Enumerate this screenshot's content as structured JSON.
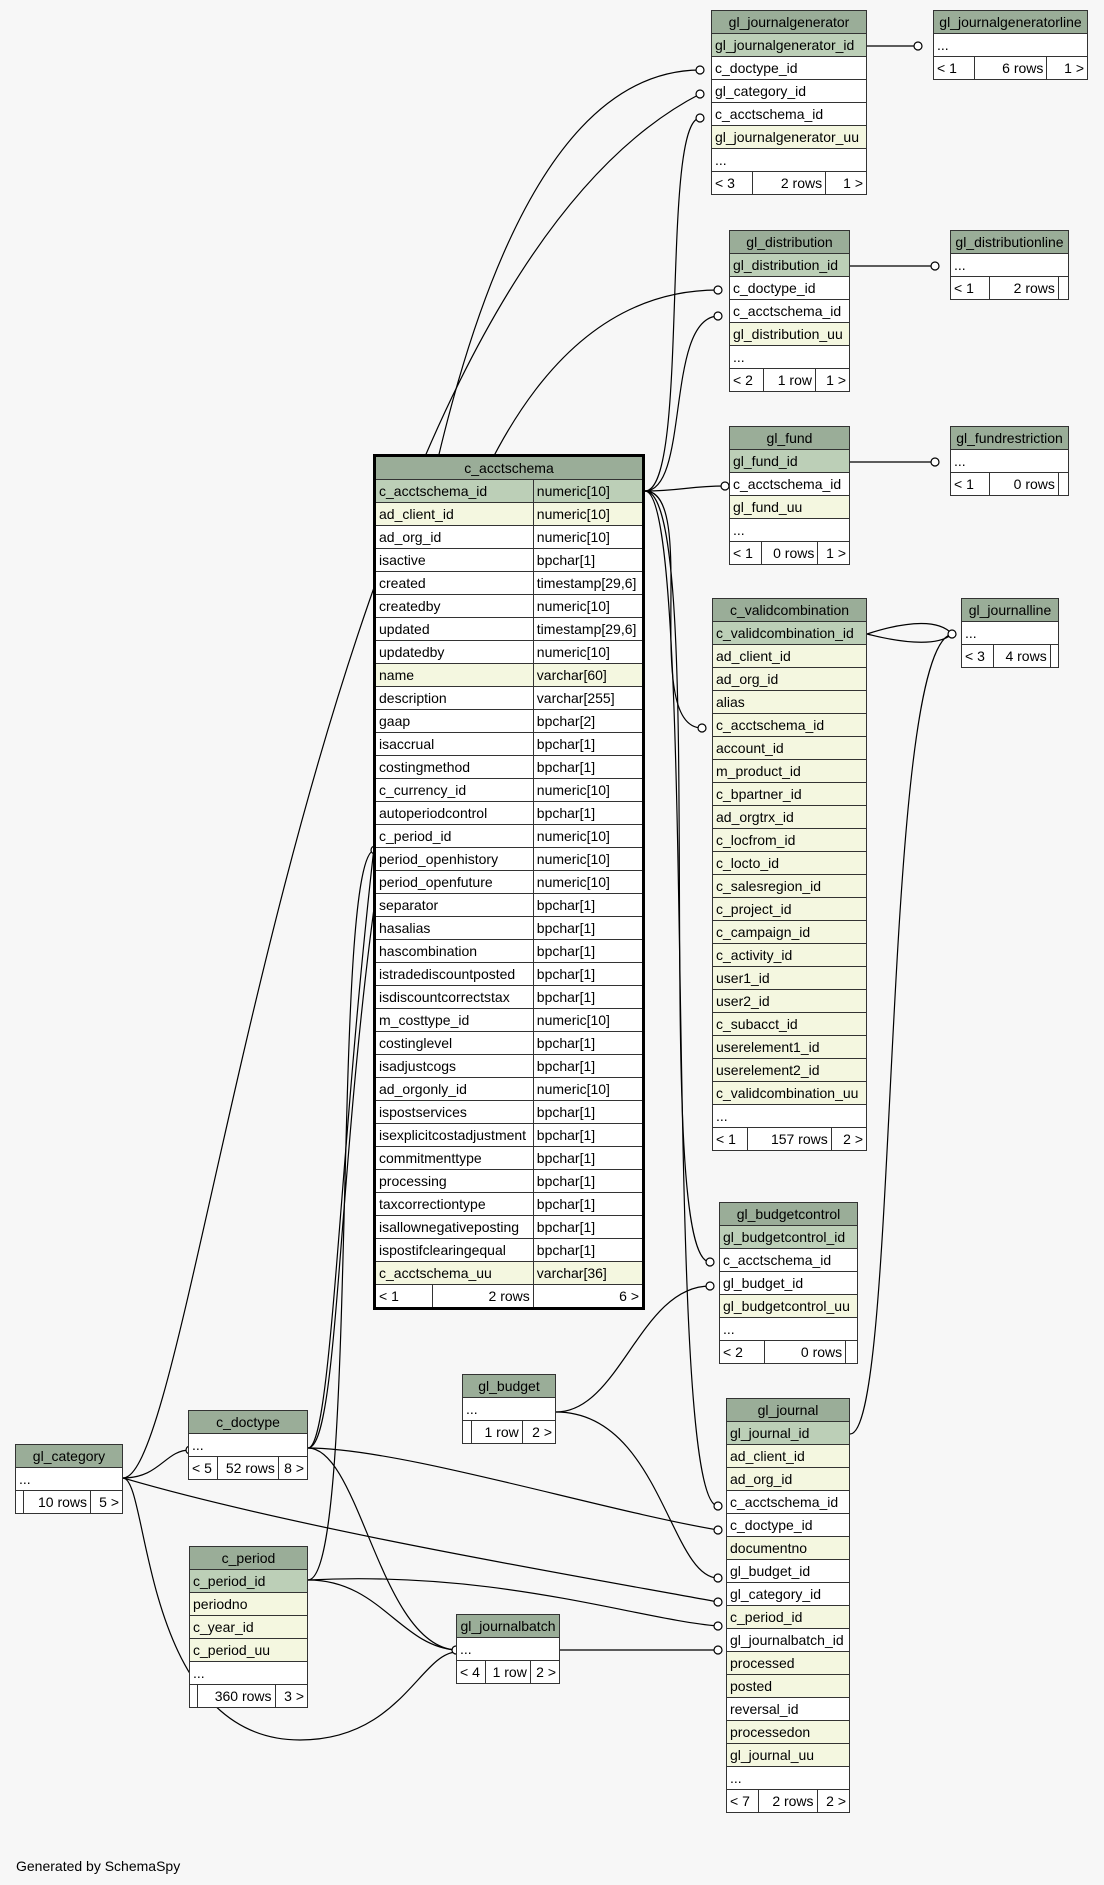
{
  "footer": "Generated by SchemaSpy",
  "tables": {
    "gl_journalgenerator": {
      "name": "gl_journalgenerator",
      "columns": [
        {
          "name": "gl_journalgenerator_id",
          "kind": "pk"
        },
        {
          "name": "c_doctype_id",
          "kind": "plain"
        },
        {
          "name": "gl_category_id",
          "kind": "plain"
        },
        {
          "name": "c_acctschema_id",
          "kind": "plain"
        },
        {
          "name": "gl_journalgenerator_uu",
          "kind": "idx"
        },
        {
          "name": "...",
          "kind": "plain"
        }
      ],
      "footer": [
        "< 3",
        "2 rows",
        "1 >"
      ]
    },
    "gl_journalgeneratorline": {
      "name": "gl_journalgeneratorline",
      "columns": [
        {
          "name": "...",
          "kind": "plain"
        }
      ],
      "footer": [
        "< 1",
        "6 rows",
        "1 >"
      ]
    },
    "gl_distribution": {
      "name": "gl_distribution",
      "columns": [
        {
          "name": "gl_distribution_id",
          "kind": "pk"
        },
        {
          "name": "c_doctype_id",
          "kind": "plain"
        },
        {
          "name": "c_acctschema_id",
          "kind": "plain"
        },
        {
          "name": "gl_distribution_uu",
          "kind": "idx"
        },
        {
          "name": "...",
          "kind": "plain"
        }
      ],
      "footer": [
        "< 2",
        "1 row",
        "1 >"
      ]
    },
    "gl_distributionline": {
      "name": "gl_distributionline",
      "columns": [
        {
          "name": "...",
          "kind": "plain"
        }
      ],
      "footer": [
        "< 1",
        "2 rows",
        ""
      ]
    },
    "gl_fund": {
      "name": "gl_fund",
      "columns": [
        {
          "name": "gl_fund_id",
          "kind": "pk"
        },
        {
          "name": "c_acctschema_id",
          "kind": "plain"
        },
        {
          "name": "gl_fund_uu",
          "kind": "idx"
        },
        {
          "name": "...",
          "kind": "plain"
        }
      ],
      "footer": [
        "< 1",
        "0 rows",
        "1 >"
      ]
    },
    "gl_fundrestriction": {
      "name": "gl_fundrestriction",
      "columns": [
        {
          "name": "...",
          "kind": "plain"
        }
      ],
      "footer": [
        "< 1",
        "0 rows",
        ""
      ]
    },
    "c_validcombination": {
      "name": "c_validcombination",
      "columns": [
        {
          "name": "c_validcombination_id",
          "kind": "pk"
        },
        {
          "name": "ad_client_id",
          "kind": "idx"
        },
        {
          "name": "ad_org_id",
          "kind": "idx"
        },
        {
          "name": "alias",
          "kind": "idx"
        },
        {
          "name": "c_acctschema_id",
          "kind": "idx"
        },
        {
          "name": "account_id",
          "kind": "idx"
        },
        {
          "name": "m_product_id",
          "kind": "idx"
        },
        {
          "name": "c_bpartner_id",
          "kind": "idx"
        },
        {
          "name": "ad_orgtrx_id",
          "kind": "idx"
        },
        {
          "name": "c_locfrom_id",
          "kind": "idx"
        },
        {
          "name": "c_locto_id",
          "kind": "idx"
        },
        {
          "name": "c_salesregion_id",
          "kind": "idx"
        },
        {
          "name": "c_project_id",
          "kind": "idx"
        },
        {
          "name": "c_campaign_id",
          "kind": "idx"
        },
        {
          "name": "c_activity_id",
          "kind": "idx"
        },
        {
          "name": "user1_id",
          "kind": "idx"
        },
        {
          "name": "user2_id",
          "kind": "idx"
        },
        {
          "name": "c_subacct_id",
          "kind": "idx"
        },
        {
          "name": "userelement1_id",
          "kind": "idx"
        },
        {
          "name": "userelement2_id",
          "kind": "idx"
        },
        {
          "name": "c_validcombination_uu",
          "kind": "idx"
        },
        {
          "name": "...",
          "kind": "plain"
        }
      ],
      "footer": [
        "< 1",
        "157 rows",
        "2 >"
      ]
    },
    "gl_journalline": {
      "name": "gl_journalline",
      "columns": [
        {
          "name": "...",
          "kind": "plain"
        }
      ],
      "footer": [
        "< 3",
        "4 rows",
        ""
      ]
    },
    "c_acctschema": {
      "name": "c_acctschema",
      "columns": [
        {
          "name": "c_acctschema_id",
          "type": "numeric[10]",
          "kind": "pk"
        },
        {
          "name": "ad_client_id",
          "type": "numeric[10]",
          "kind": "idx"
        },
        {
          "name": "ad_org_id",
          "type": "numeric[10]",
          "kind": "plain"
        },
        {
          "name": "isactive",
          "type": "bpchar[1]",
          "kind": "plain"
        },
        {
          "name": "created",
          "type": "timestamp[29,6]",
          "kind": "plain"
        },
        {
          "name": "createdby",
          "type": "numeric[10]",
          "kind": "plain"
        },
        {
          "name": "updated",
          "type": "timestamp[29,6]",
          "kind": "plain"
        },
        {
          "name": "updatedby",
          "type": "numeric[10]",
          "kind": "plain"
        },
        {
          "name": "name",
          "type": "varchar[60]",
          "kind": "idx"
        },
        {
          "name": "description",
          "type": "varchar[255]",
          "kind": "plain"
        },
        {
          "name": "gaap",
          "type": "bpchar[2]",
          "kind": "plain"
        },
        {
          "name": "isaccrual",
          "type": "bpchar[1]",
          "kind": "plain"
        },
        {
          "name": "costingmethod",
          "type": "bpchar[1]",
          "kind": "plain"
        },
        {
          "name": "c_currency_id",
          "type": "numeric[10]",
          "kind": "plain"
        },
        {
          "name": "autoperiodcontrol",
          "type": "bpchar[1]",
          "kind": "plain"
        },
        {
          "name": "c_period_id",
          "type": "numeric[10]",
          "kind": "plain"
        },
        {
          "name": "period_openhistory",
          "type": "numeric[10]",
          "kind": "plain"
        },
        {
          "name": "period_openfuture",
          "type": "numeric[10]",
          "kind": "plain"
        },
        {
          "name": "separator",
          "type": "bpchar[1]",
          "kind": "plain"
        },
        {
          "name": "hasalias",
          "type": "bpchar[1]",
          "kind": "plain"
        },
        {
          "name": "hascombination",
          "type": "bpchar[1]",
          "kind": "plain"
        },
        {
          "name": "istradediscountposted",
          "type": "bpchar[1]",
          "kind": "plain"
        },
        {
          "name": "isdiscountcorrectstax",
          "type": "bpchar[1]",
          "kind": "plain"
        },
        {
          "name": "m_costtype_id",
          "type": "numeric[10]",
          "kind": "plain"
        },
        {
          "name": "costinglevel",
          "type": "bpchar[1]",
          "kind": "plain"
        },
        {
          "name": "isadjustcogs",
          "type": "bpchar[1]",
          "kind": "plain"
        },
        {
          "name": "ad_orgonly_id",
          "type": "numeric[10]",
          "kind": "plain"
        },
        {
          "name": "ispostservices",
          "type": "bpchar[1]",
          "kind": "plain"
        },
        {
          "name": "isexplicitcostadjustment",
          "type": "bpchar[1]",
          "kind": "plain"
        },
        {
          "name": "commitmenttype",
          "type": "bpchar[1]",
          "kind": "plain"
        },
        {
          "name": "processing",
          "type": "bpchar[1]",
          "kind": "plain"
        },
        {
          "name": "taxcorrectiontype",
          "type": "bpchar[1]",
          "kind": "plain"
        },
        {
          "name": "isallownegativeposting",
          "type": "bpchar[1]",
          "kind": "plain"
        },
        {
          "name": "ispostifclearingequal",
          "type": "bpchar[1]",
          "kind": "plain"
        },
        {
          "name": "c_acctschema_uu",
          "type": "varchar[36]",
          "kind": "idx"
        }
      ],
      "footer": [
        "< 1",
        "2 rows",
        "6 >"
      ]
    },
    "gl_budgetcontrol": {
      "name": "gl_budgetcontrol",
      "columns": [
        {
          "name": "gl_budgetcontrol_id",
          "kind": "pk"
        },
        {
          "name": "c_acctschema_id",
          "kind": "plain"
        },
        {
          "name": "gl_budget_id",
          "kind": "plain"
        },
        {
          "name": "gl_budgetcontrol_uu",
          "kind": "idx"
        },
        {
          "name": "...",
          "kind": "plain"
        }
      ],
      "footer": [
        "< 2",
        "0 rows",
        ""
      ]
    },
    "gl_budget": {
      "name": "gl_budget",
      "columns": [
        {
          "name": "...",
          "kind": "plain"
        }
      ],
      "footer": [
        "",
        "1 row",
        "2 >"
      ]
    },
    "gl_journal": {
      "name": "gl_journal",
      "columns": [
        {
          "name": "gl_journal_id",
          "kind": "pk"
        },
        {
          "name": "ad_client_id",
          "kind": "idx"
        },
        {
          "name": "ad_org_id",
          "kind": "idx"
        },
        {
          "name": "c_acctschema_id",
          "kind": "plain"
        },
        {
          "name": "c_doctype_id",
          "kind": "plain"
        },
        {
          "name": "documentno",
          "kind": "idx"
        },
        {
          "name": "gl_budget_id",
          "kind": "plain"
        },
        {
          "name": "gl_category_id",
          "kind": "plain"
        },
        {
          "name": "c_period_id",
          "kind": "idx"
        },
        {
          "name": "gl_journalbatch_id",
          "kind": "plain"
        },
        {
          "name": "processed",
          "kind": "idx"
        },
        {
          "name": "posted",
          "kind": "idx"
        },
        {
          "name": "reversal_id",
          "kind": "plain"
        },
        {
          "name": "processedon",
          "kind": "idx"
        },
        {
          "name": "gl_journal_uu",
          "kind": "idx"
        },
        {
          "name": "...",
          "kind": "plain"
        }
      ],
      "footer": [
        "< 7",
        "2 rows",
        "2 >"
      ]
    },
    "c_doctype": {
      "name": "c_doctype",
      "columns": [
        {
          "name": "...",
          "kind": "plain"
        }
      ],
      "footer": [
        "< 5",
        "52 rows",
        "8 >"
      ]
    },
    "gl_category": {
      "name": "gl_category",
      "columns": [
        {
          "name": "...",
          "kind": "plain"
        }
      ],
      "footer": [
        "",
        "10 rows",
        "5 >"
      ]
    },
    "c_period": {
      "name": "c_period",
      "columns": [
        {
          "name": "c_period_id",
          "kind": "pk"
        },
        {
          "name": "periodno",
          "kind": "idx"
        },
        {
          "name": "c_year_id",
          "kind": "idx"
        },
        {
          "name": "c_period_uu",
          "kind": "idx"
        },
        {
          "name": "...",
          "kind": "plain"
        }
      ],
      "footer": [
        "",
        "360 rows",
        "3 >"
      ]
    },
    "gl_journalbatch": {
      "name": "gl_journalbatch",
      "columns": [
        {
          "name": "...",
          "kind": "plain"
        }
      ],
      "footer": [
        "< 4",
        "1 row",
        "2 >"
      ]
    }
  }
}
